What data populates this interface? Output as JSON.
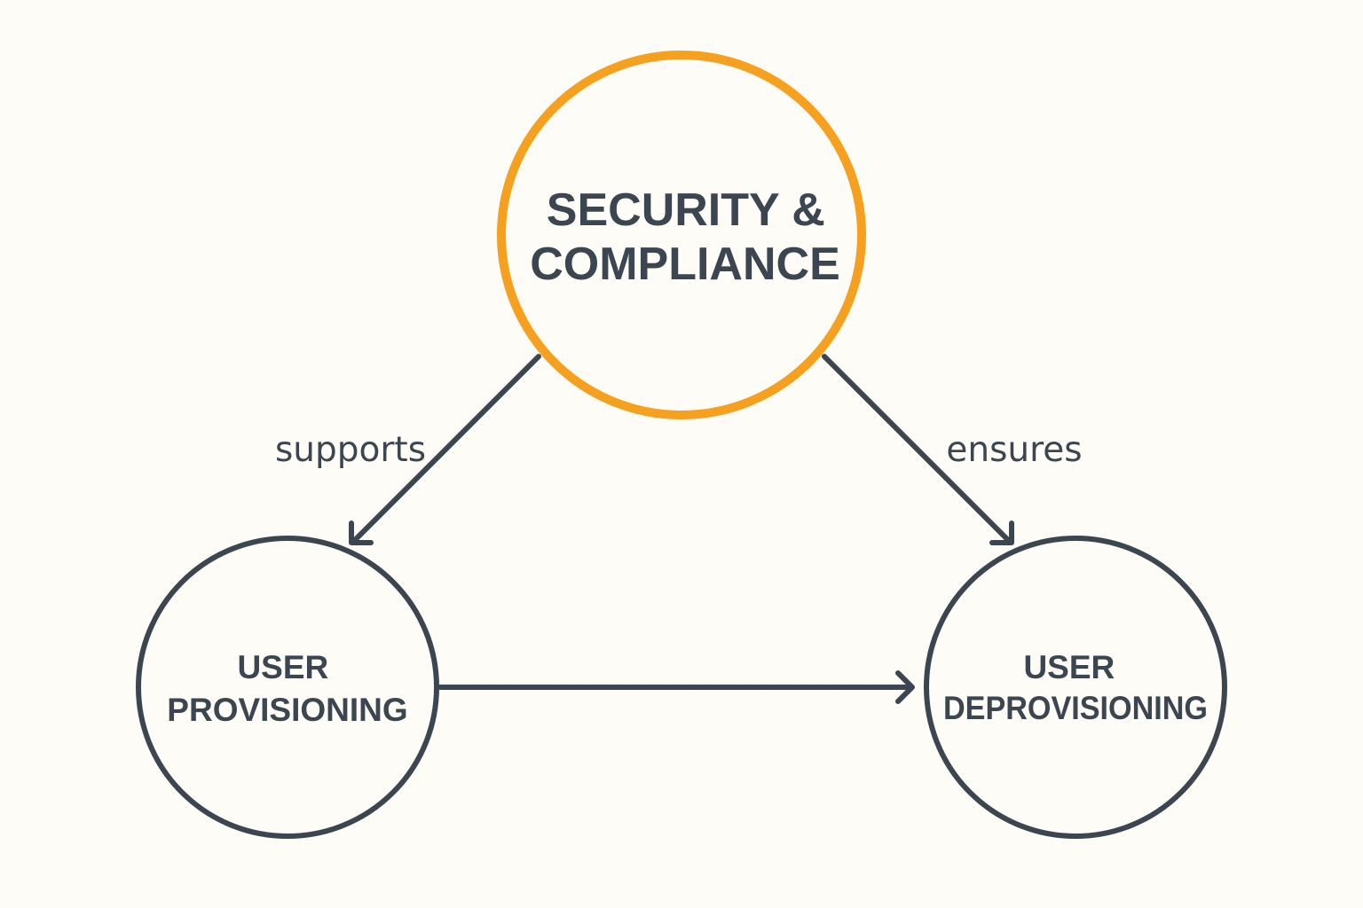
{
  "diagram": {
    "nodes": {
      "security": {
        "lines": [
          "SECURITY &",
          "COMPLIANCE"
        ]
      },
      "provisioning": {
        "lines": [
          "USER",
          "PROVISIONING"
        ]
      },
      "deprovisioning": {
        "lines": [
          "USER",
          "DEPROVISIONING"
        ]
      }
    },
    "edges": {
      "supports": {
        "label": "supports"
      },
      "ensures": {
        "label": "ensures"
      }
    }
  },
  "colors": {
    "background": "#fdfcf6",
    "accent": "#f5a01f",
    "ink": "#3b4650"
  }
}
